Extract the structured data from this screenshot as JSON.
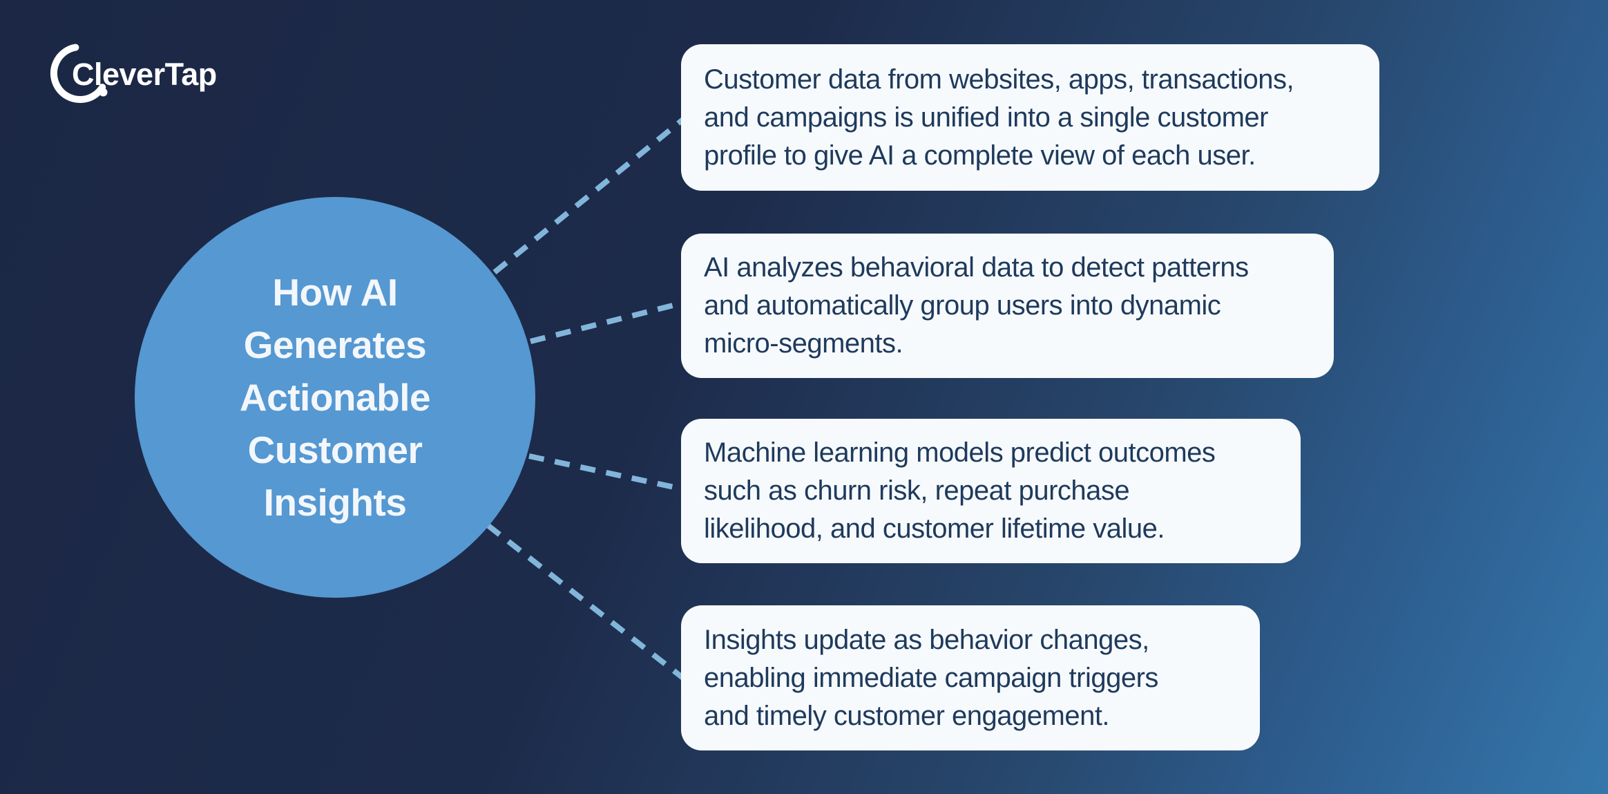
{
  "brand": {
    "name": "CleverTap"
  },
  "colors": {
    "background_left": "#1b2744",
    "background_right": "#3577ab",
    "circle_fill": "#5598d2",
    "circle_text": "#f3f7fb",
    "card_background": "#f7fafd",
    "card_text": "#1e3a5c",
    "connector": "#82b5da",
    "logo": "#ffffff"
  },
  "diagram": {
    "title_lines": [
      "How AI",
      "Generates",
      "Actionable",
      "Customer",
      "Insights"
    ],
    "cards": [
      {
        "lines": [
          "Customer data from websites, apps, transactions,",
          "and campaigns is unified into a single customer",
          "profile to give AI a complete view of each user."
        ]
      },
      {
        "lines": [
          "AI analyzes behavioral data to detect patterns",
          "and automatically group users into dynamic",
          "micro-segments."
        ]
      },
      {
        "lines": [
          "Machine learning models predict outcomes",
          "such as churn risk, repeat purchase",
          "likelihood, and customer lifetime value."
        ]
      },
      {
        "lines": [
          "Insights update as behavior changes,",
          "enabling immediate campaign triggers",
          "and timely customer engagement."
        ]
      }
    ]
  }
}
